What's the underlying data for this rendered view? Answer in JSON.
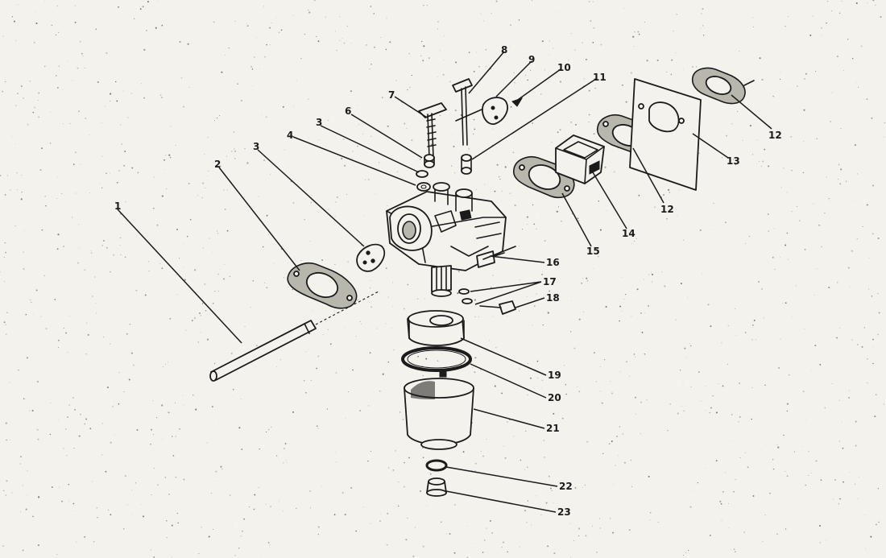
{
  "diagram": {
    "callouts": [
      {
        "id": "c1",
        "label": "1"
      },
      {
        "id": "c2",
        "label": "2"
      },
      {
        "id": "c3a",
        "label": "3"
      },
      {
        "id": "c3b",
        "label": "3"
      },
      {
        "id": "c4",
        "label": "4"
      },
      {
        "id": "c6",
        "label": "6"
      },
      {
        "id": "c7",
        "label": "7"
      },
      {
        "id": "c8",
        "label": "8"
      },
      {
        "id": "c9",
        "label": "9"
      },
      {
        "id": "c10",
        "label": "10"
      },
      {
        "id": "c11",
        "label": "11"
      },
      {
        "id": "c12a",
        "label": "12"
      },
      {
        "id": "c12b",
        "label": "12"
      },
      {
        "id": "c13",
        "label": "13"
      },
      {
        "id": "c14",
        "label": "14"
      },
      {
        "id": "c15",
        "label": "15"
      },
      {
        "id": "c16",
        "label": "16"
      },
      {
        "id": "c17",
        "label": "17"
      },
      {
        "id": "c18",
        "label": "18"
      },
      {
        "id": "c19",
        "label": "19"
      },
      {
        "id": "c20",
        "label": "20"
      },
      {
        "id": "c21",
        "label": "21"
      },
      {
        "id": "c22",
        "label": "22"
      },
      {
        "id": "c23",
        "label": "23"
      }
    ]
  }
}
